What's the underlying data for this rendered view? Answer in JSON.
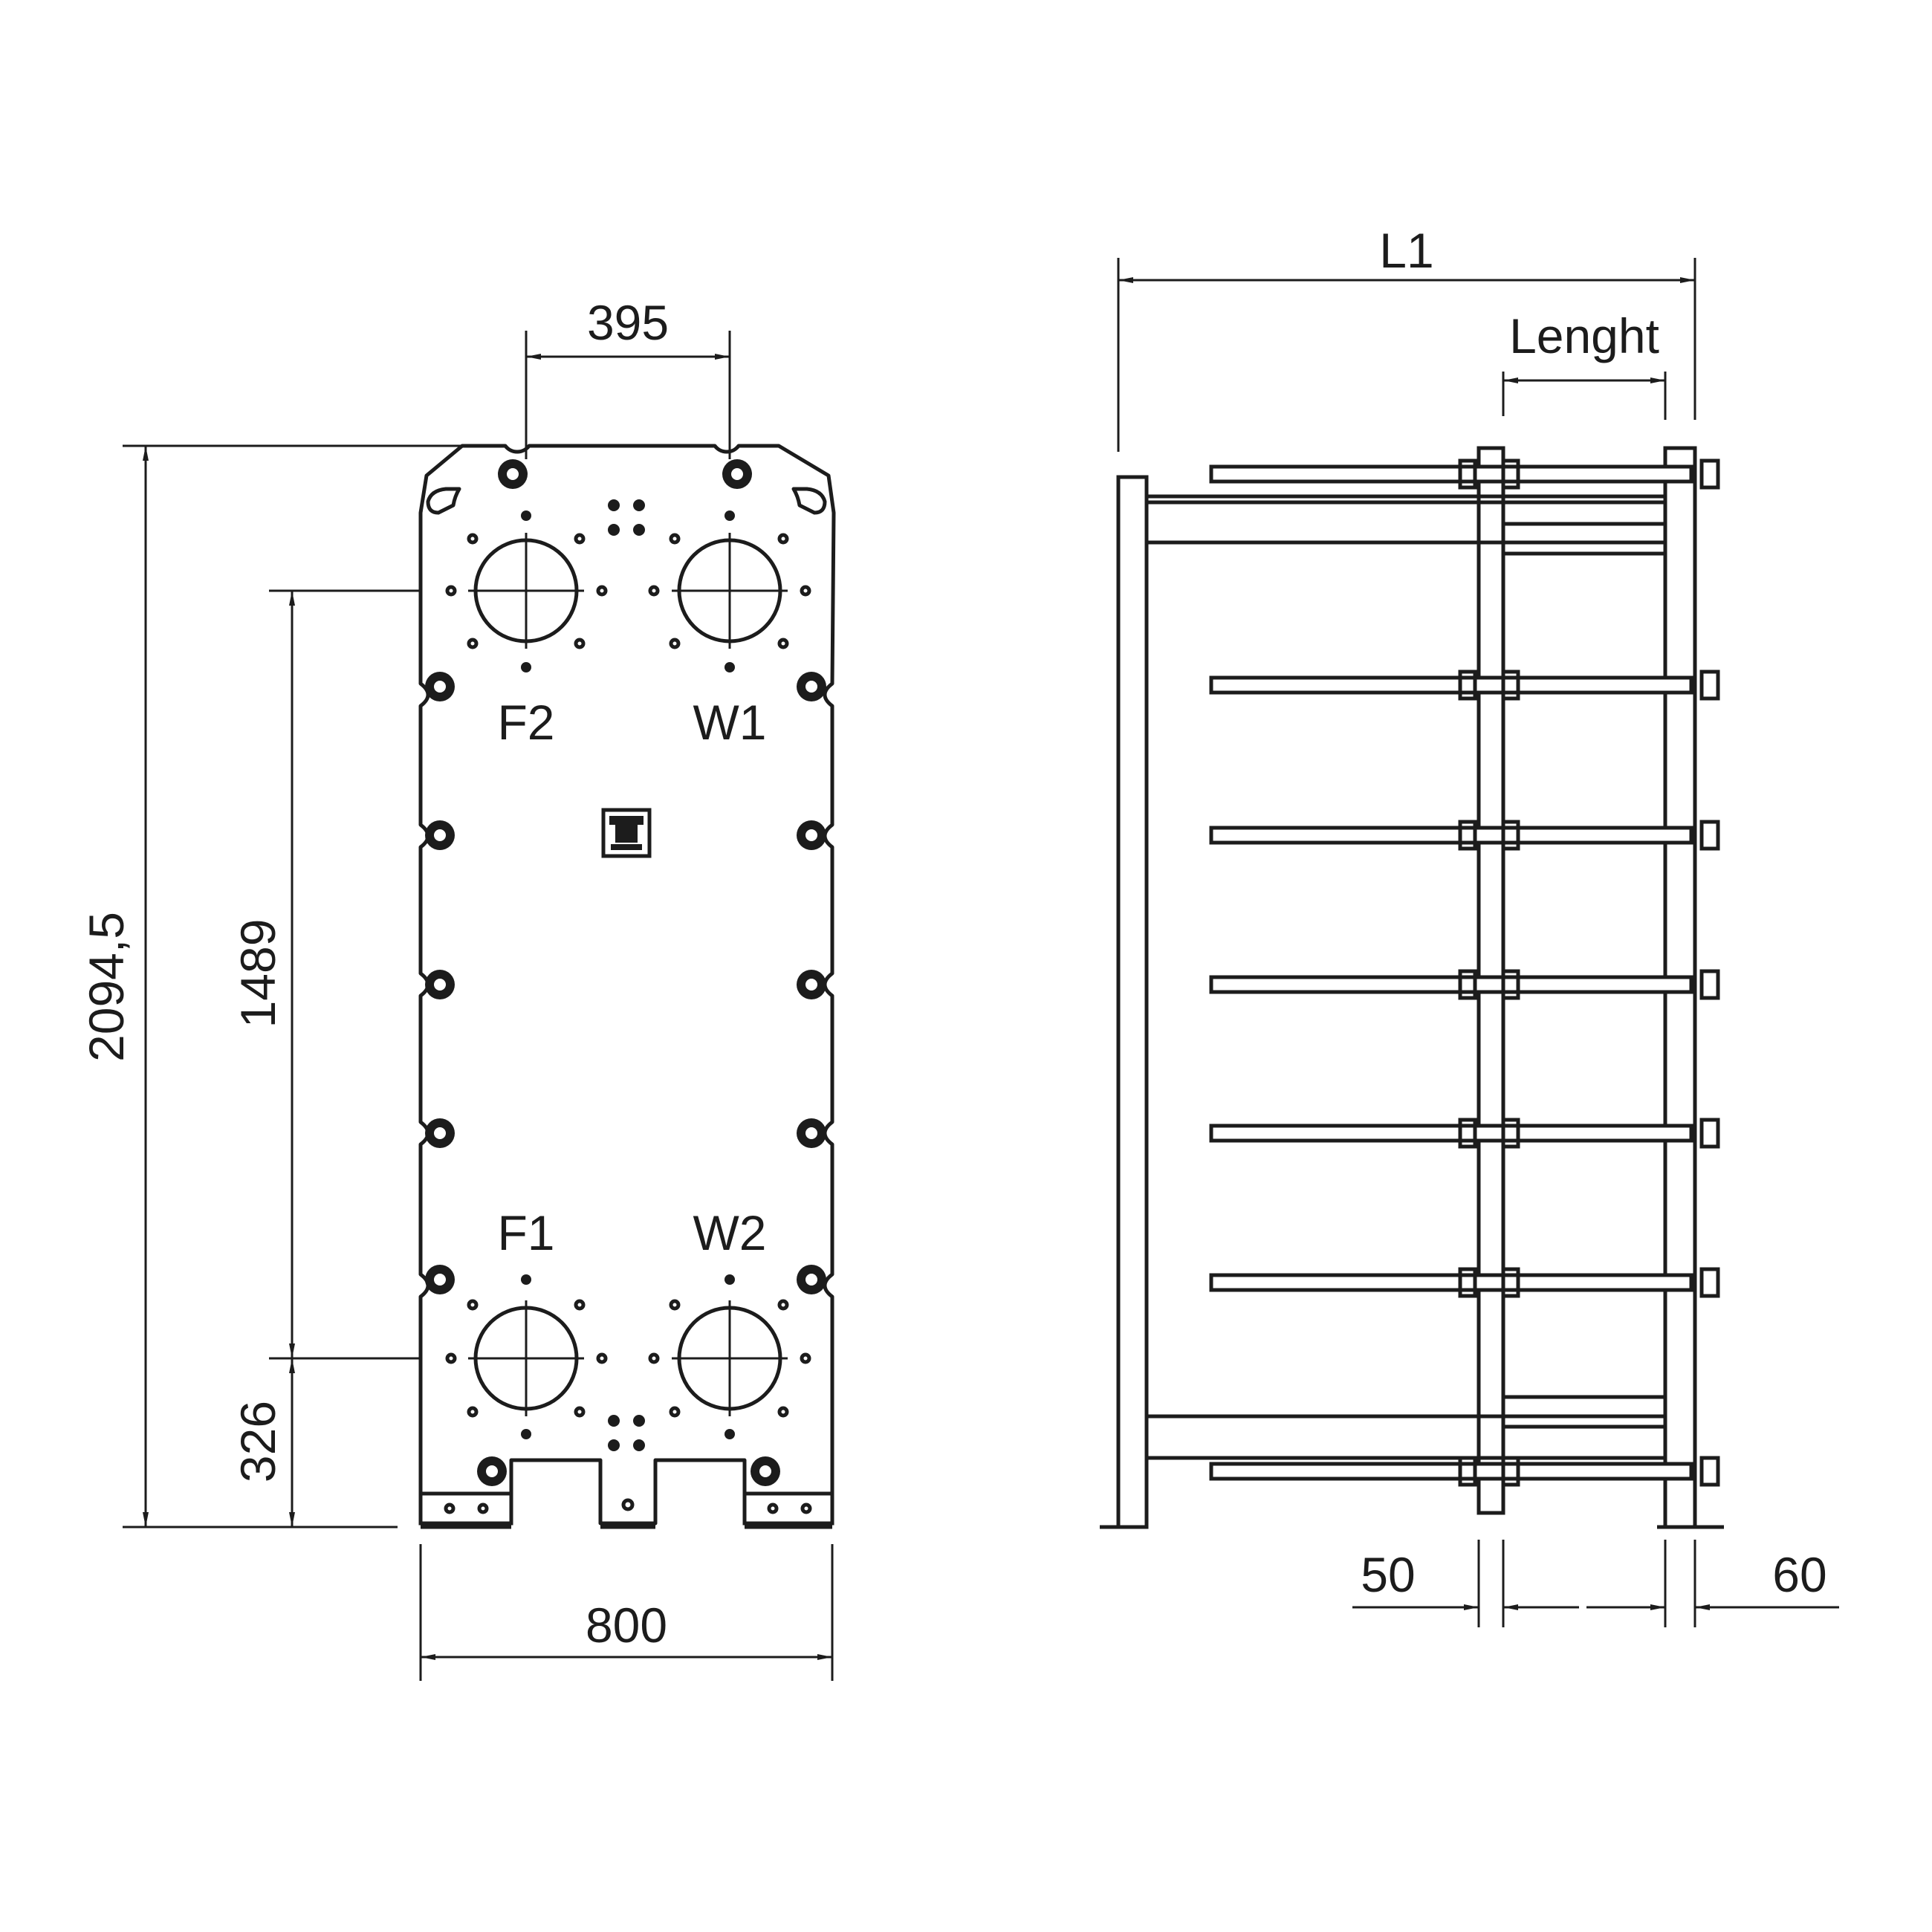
{
  "front_view": {
    "dimensions": {
      "port_spacing": "395",
      "overall_height": "2094,5",
      "port_centers": "1489",
      "lower_port_height": "326",
      "width": "800"
    },
    "ports": {
      "top_left": "F2",
      "top_right": "W1",
      "bottom_left": "F1",
      "bottom_right": "W2"
    }
  },
  "side_view": {
    "dimensions": {
      "overall_length": "L1",
      "pack_length": "Lenght",
      "frame_plate": "50",
      "pressure_plate": "60"
    }
  }
}
